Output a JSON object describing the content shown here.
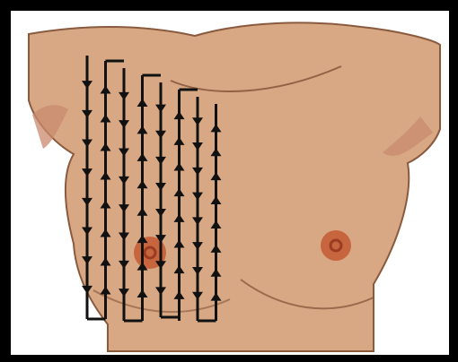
{
  "diagram": {
    "type": "illustration",
    "subject": "torso-outline-with-vertical-strip-arrows",
    "strip_count": 8,
    "arrow_direction_pattern": [
      "down",
      "up",
      "down",
      "up",
      "down",
      "up",
      "down",
      "up"
    ],
    "colors": {
      "background": "#ffffff",
      "frame": "#000000",
      "skin": "#d7a883",
      "skin_shade": "#c98a6d",
      "skin_outline": "#8a5a3f",
      "areola": "#c7653f",
      "nipple": "#9b3c22",
      "stroke": "#111111"
    }
  }
}
